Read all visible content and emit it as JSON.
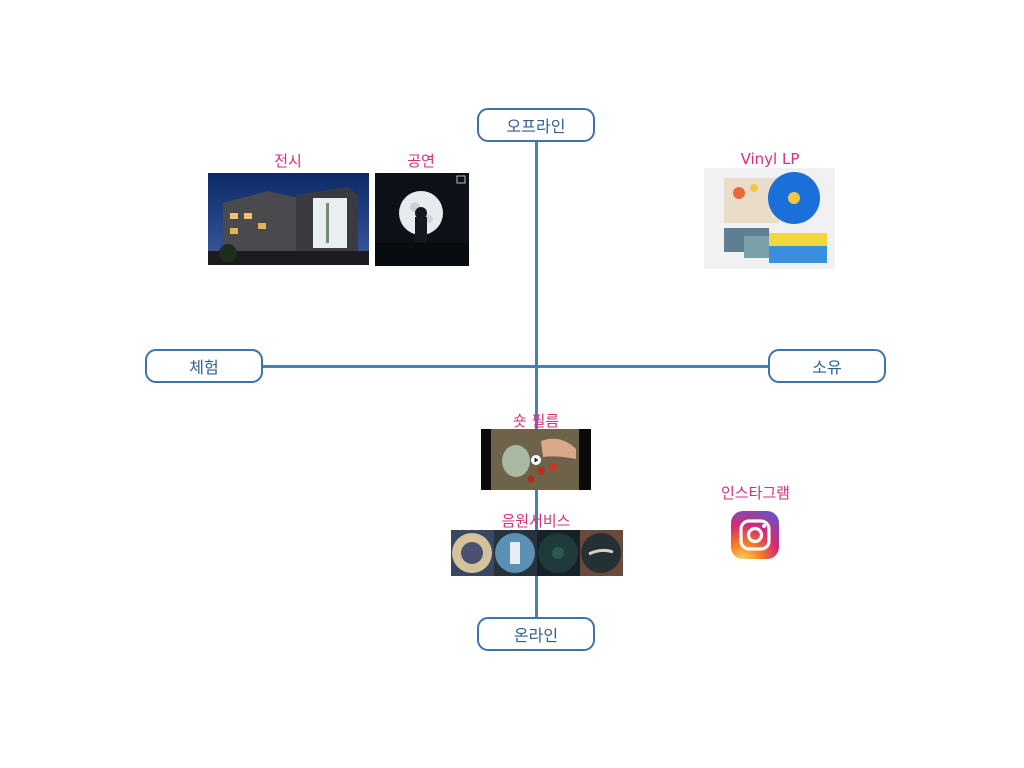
{
  "colors": {
    "axis": "#4a7fb3",
    "pill_border": "#3f74ab",
    "pill_text": "#2f5f96",
    "label": "#d62f7c"
  },
  "axes": {
    "top": "오프라인",
    "bottom": "온라인",
    "left": "체험",
    "right": "소유"
  },
  "items": {
    "exhibition": {
      "label": "전시"
    },
    "concert": {
      "label": "공연"
    },
    "vinyl": {
      "label": "Vinyl LP"
    },
    "short_film": {
      "label": "숏 필름"
    },
    "streaming": {
      "label": "음원서비스"
    },
    "instagram": {
      "label": "인스타그램",
      "icon": "instagram-icon"
    }
  }
}
